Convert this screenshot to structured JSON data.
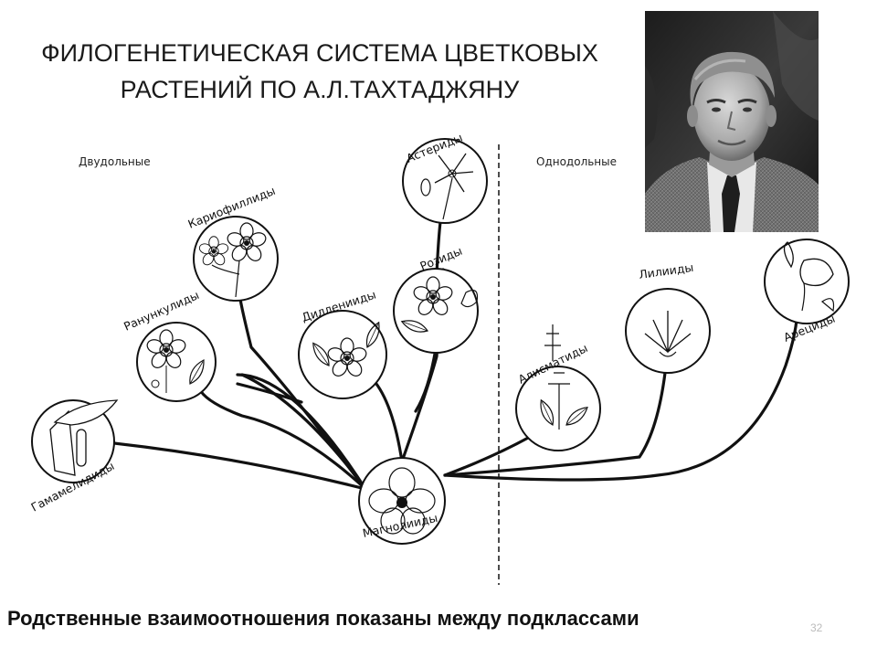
{
  "slide": {
    "title_line1": "ФИЛОГЕНЕТИЧЕСКАЯ СИСТЕМА ЦВЕТКОВЫХ",
    "title_line2": "РАСТЕНИЙ ПО А.Л.ТАХТАДЖЯНУ",
    "footer": "Родственные взаимоотношения показаны между подклассами",
    "slide_number": "32"
  },
  "groups": {
    "dicots": "Двудольные",
    "monocots": "Однодольные"
  },
  "nodes": {
    "hamamelidae": "Гамамелидиды",
    "ranunculidae": "Ранункулиды",
    "caryophyllidae": "Кариофиллиды",
    "dilleniidae": "Дилленииды",
    "rosidae": "Розиды",
    "asteridae": "Астериды",
    "magnoliidae": "Магнолииды",
    "alismatidae": "Алисматиды",
    "liliidae": "Лилииды",
    "arecidae": "Арециды"
  },
  "portrait": {
    "icon": "portrait-photo"
  }
}
